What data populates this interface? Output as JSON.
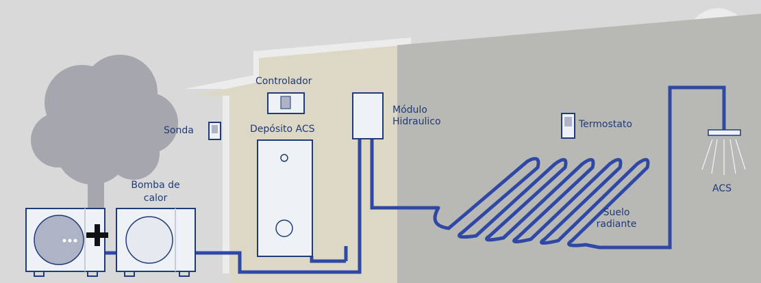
{
  "labels": {
    "controller": "Controlador",
    "probe": "Sonda",
    "tank": "Depósito ACS",
    "hydraulic_module_line1": "Módulo",
    "hydraulic_module_line2": "Hidraulico",
    "thermostat": "Termostato",
    "heat_pump_line1": "Bomba de",
    "heat_pump_line2": "calor",
    "underfloor_line1": "Suelo",
    "underfloor_line2": "radiante",
    "dhw": "ACS"
  },
  "colors": {
    "background": "#d9d9d9",
    "house_left": "#ddd7c6",
    "house_right": "#b8b8b4",
    "pipe": "#2f48a5",
    "text": "#1f3a78",
    "tree": "#a6a7ae",
    "unit_face": "#eef1f6"
  },
  "icons": [
    "plus-icon",
    "ellipsis-icon",
    "shower-icon",
    "sun-icon"
  ]
}
